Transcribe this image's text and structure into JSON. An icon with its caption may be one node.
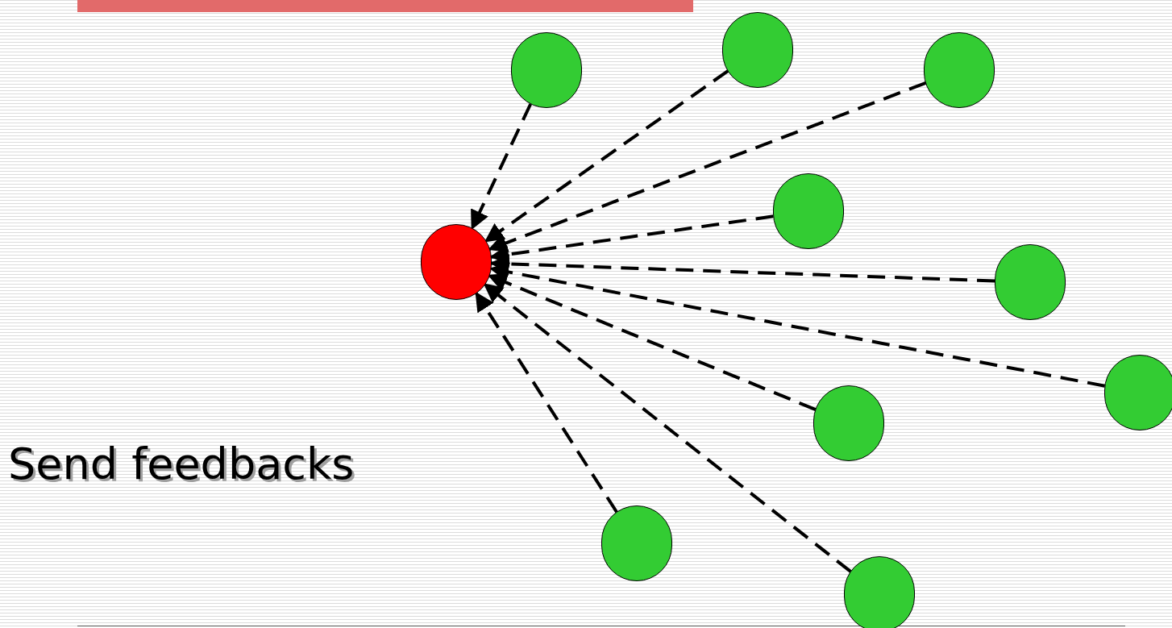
{
  "diagram": {
    "nodes": [
      {
        "text": [],
        "shape": "circle"
      },
      {
        "text": [],
        "shape": "circle"
      },
      {
        "text": [],
        "shape": "circle"
      },
      {
        "text": [],
        "shape": "circle"
      },
      {
        "text": [],
        "shape": "circle"
      },
      {
        "text": [],
        "shape": "circle"
      },
      {
        "text": [],
        "shape": "circle"
      },
      {
        "text": [],
        "shape": "circle"
      },
      {
        "text": [],
        "shape": "circle"
      },
      {
        "text": [],
        "shape": "circle"
      }
    ],
    "edges": [
      {
        "from": 1,
        "to": 0,
        "arrow": "to",
        "style": "dashed"
      },
      {
        "from": 2,
        "to": 0,
        "arrow": "to",
        "style": "dashed"
      },
      {
        "from": 3,
        "to": 0,
        "arrow": "to",
        "style": "dashed"
      },
      {
        "from": 4,
        "to": 0,
        "arrow": "to",
        "style": "dashed"
      },
      {
        "from": 5,
        "to": 0,
        "arrow": "to",
        "style": "dashed"
      },
      {
        "from": 6,
        "to": 0,
        "arrow": "to",
        "style": "dashed"
      },
      {
        "from": 7,
        "to": 0,
        "arrow": "to",
        "style": "dashed"
      },
      {
        "from": 8,
        "to": 0,
        "arrow": "to",
        "style": "dashed"
      },
      {
        "from": 9,
        "to": 0,
        "arrow": "to",
        "style": "dashed"
      }
    ],
    "labels": [
      "Send feedbacks"
    ]
  }
}
